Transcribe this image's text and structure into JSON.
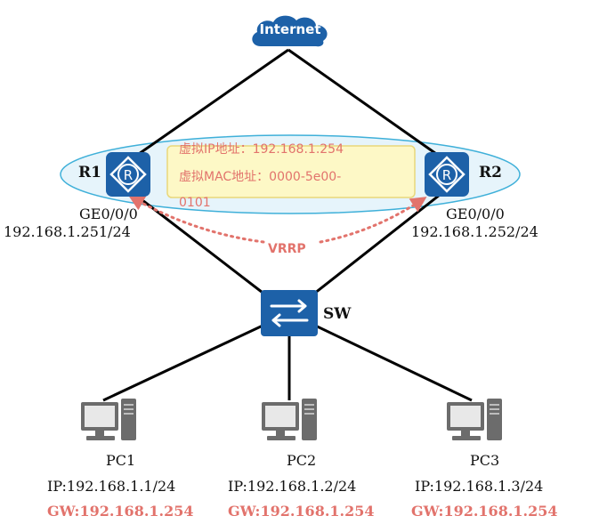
{
  "internet": {
    "label": "Internet"
  },
  "routers": {
    "r1": {
      "name": "R1",
      "iface": "GE0/0/0",
      "ip": "192.168.1.251/24"
    },
    "r2": {
      "name": "R2",
      "iface": "GE0/0/0",
      "ip": "192.168.1.252/24"
    }
  },
  "virtual": {
    "ip_line": "虚拟IP地址：192.168.1.254",
    "mac_line1": "虚拟MAC地址：0000-5e00-",
    "mac_line2": "0101"
  },
  "vrrp": {
    "label": "VRRP"
  },
  "switch": {
    "name": "SW"
  },
  "pcs": [
    {
      "name": "PC1",
      "ip": "IP:192.168.1.1/24",
      "gw": "GW:192.168.1.254"
    },
    {
      "name": "PC2",
      "ip": "IP:192.168.1.2/24",
      "gw": "GW:192.168.1.254"
    },
    {
      "name": "PC3",
      "ip": "IP:192.168.1.3/24",
      "gw": "GW:192.168.1.254"
    }
  ],
  "colors": {
    "device_blue": "#1d61a8",
    "accent": "#e2736c",
    "ellipse_fill": "#e6f4fb",
    "ellipse_stroke": "#3fb0d9",
    "note_fill": "#fdf8c6",
    "note_stroke": "#e9d77a"
  }
}
